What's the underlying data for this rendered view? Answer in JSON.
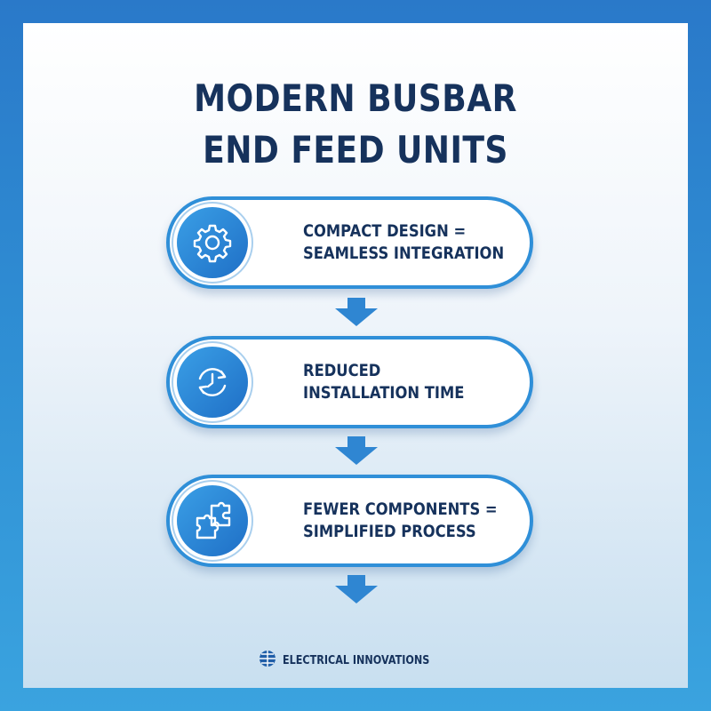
{
  "title": {
    "line1": "MODERN BUSBAR",
    "line2": "END FEED UNITS"
  },
  "steps": [
    {
      "icon": "gear-icon",
      "line1": "COMPACT DESIGN =",
      "line2": "SEAMLESS INTEGRATION"
    },
    {
      "icon": "clock-cycle-icon",
      "line1": "REDUCED",
      "line2": "INSTALLATION TIME"
    },
    {
      "icon": "puzzle-icon",
      "line1": "FEWER COMPONENTS =",
      "line2": "SIMPLIFIED PROCESS"
    }
  ],
  "brand": {
    "name": "ELECTRICAL INNOVATIONS",
    "icon": "grid-logo-icon"
  },
  "colors": {
    "accent": "#2f8fd8",
    "text": "#16325c",
    "background": "#2a79c9"
  }
}
